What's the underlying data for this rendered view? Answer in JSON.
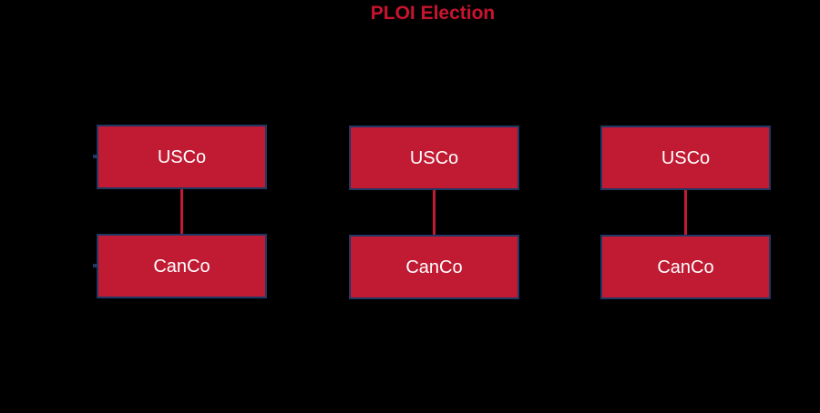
{
  "title": {
    "text": "PLOI Election"
  },
  "colors": {
    "background": "#000000",
    "title_text": "#C9142F",
    "box_fill": "#C11A33",
    "box_border": "#1F3864",
    "box_text": "#FFFFFF",
    "connector": "#C11A33"
  },
  "diagram": {
    "groups": [
      {
        "parent_label": "USCo",
        "child_label": "CanCo"
      },
      {
        "parent_label": "USCo",
        "child_label": "CanCo"
      },
      {
        "parent_label": "USCo",
        "child_label": "CanCo"
      }
    ]
  }
}
